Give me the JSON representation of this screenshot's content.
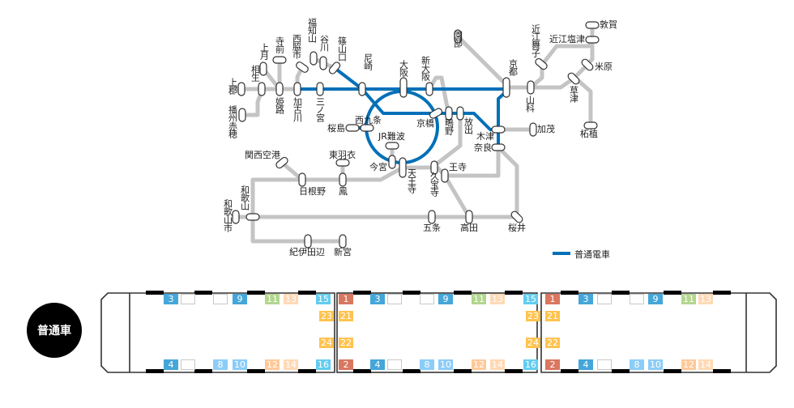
{
  "stations": {
    "kamigori": "上郡",
    "banshuako": "播州赤穂",
    "aioi": "相生",
    "kozuki": "上月",
    "teramae": "寺前",
    "nishiwaki": "西脇市",
    "fukuchiyama": "福知山",
    "tanigawa": "谷川",
    "sasayamaguchi": "篠山口",
    "amagasaki": "尼崎",
    "himeji": "姫路",
    "kakogawa": "加古川",
    "sannomiya": "三ノ宮",
    "osaka": "大阪",
    "shinosaka": "新大阪",
    "sonobe": "園部",
    "kyoto": "京都",
    "omimaiko": "近江舞子",
    "omishiotsu": "近江塩津",
    "tsuruga": "敦賀",
    "maibara": "米原",
    "kusatsu": "草津",
    "yamashina": "山科",
    "tsuge": "柘植",
    "kamo": "加茂",
    "kizu": "木津",
    "nara": "奈良",
    "hanaten": "放出",
    "shigino": "鴫野",
    "kyobashi": "京橋",
    "nishikujo": "西九条",
    "sakurajima": "桜島",
    "jrnamba": "JR難波",
    "imamiya": "今宮",
    "tennoji": "天王寺",
    "kyuhoji": "久宝寺",
    "oji": "王寺",
    "kix": "関西空港",
    "higashihagoromo": "東羽衣",
    "hineno": "日根野",
    "otori": "鳳",
    "wakayama": "和歌山",
    "wakayamashi": "和歌山市",
    "gojo": "五条",
    "takada": "高田",
    "sakurai": "桜井",
    "kiitanabe": "紀伊田辺",
    "shingu": "新宮"
  },
  "legend": {
    "local_train": "普通電車"
  },
  "badge": "普通車",
  "colors": {
    "local_line": "#0070b8",
    "other_line": "#c4c4c4"
  },
  "cars": [
    {
      "top": [
        "3",
        "",
        "",
        "9",
        "11",
        "13",
        "15"
      ],
      "mid": [
        "23",
        "24"
      ],
      "bottom": [
        "4",
        "",
        "8",
        "10",
        "12",
        "14",
        "16"
      ]
    },
    {
      "top": [
        "1",
        "3",
        "",
        "",
        "9",
        "11",
        "13",
        "15"
      ],
      "mid": [
        "21",
        "22",
        "23",
        "24"
      ],
      "bottom": [
        "2",
        "4",
        "",
        "8",
        "10",
        "12",
        "14",
        "16"
      ]
    },
    {
      "top": [
        "1",
        "3",
        "",
        "",
        "9",
        "11",
        "13"
      ],
      "mid": [
        "21",
        "22"
      ],
      "bottom": [
        "2",
        "4",
        "",
        "8",
        "10",
        "12",
        "14"
      ]
    }
  ],
  "seat_colors": {
    "1": "#d9775f",
    "2": "#d9775f",
    "3": "#45a6d9",
    "4": "#45a6d9",
    "8": "#8ccdf7",
    "9": "#45a6d9",
    "10": "#8ccdf7",
    "11": "#b3d68f",
    "12": "#ffc99a",
    "13": "#ffd9b5",
    "14": "#ffd9b5",
    "15": "#62cdf0",
    "16": "#62cdf0",
    "21": "#ffc34f",
    "22": "#ffc34f",
    "23": "#ffc34f",
    "24": "#ffc34f"
  }
}
